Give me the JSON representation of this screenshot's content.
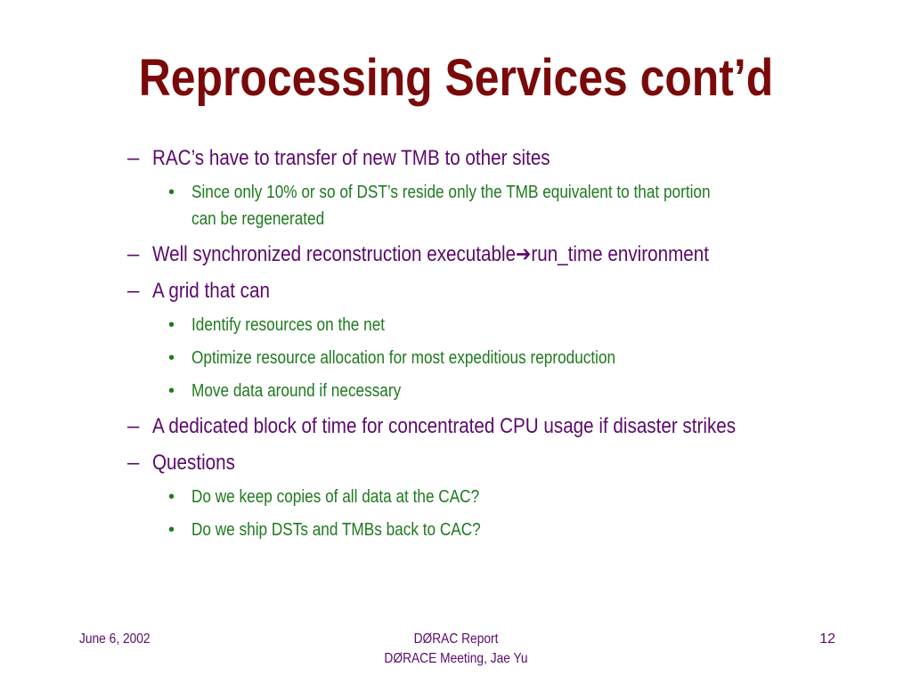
{
  "slide": {
    "title": "Reprocessing Services cont’d",
    "bullets": [
      {
        "level": 1,
        "marker": "–",
        "text": "RAC’s have to transfer of new TMB to other sites"
      },
      {
        "level": 2,
        "marker": "•",
        "text": "Since only 10% or so of DST’s reside only the TMB equivalent to that portion",
        "continuation": "can be regenerated"
      },
      {
        "level": 1,
        "marker": "–",
        "text_before": "Well synchronized reconstruction executable",
        "arrow_icon": "right-arrow-icon",
        "text_after": "run_time environment"
      },
      {
        "level": 1,
        "marker": "–",
        "text": "A grid that can"
      },
      {
        "level": 2,
        "marker": "•",
        "text": "Identify resources on the net"
      },
      {
        "level": 2,
        "marker": "•",
        "text": "Optimize resource allocation for most expeditious reproduction"
      },
      {
        "level": 2,
        "marker": "•",
        "text": "Move data around if necessary"
      },
      {
        "level": 1,
        "marker": "–",
        "text": "A dedicated block of time for concentrated CPU usage if disaster strikes"
      },
      {
        "level": 1,
        "marker": "–",
        "text": "Questions"
      },
      {
        "level": 2,
        "marker": "•",
        "text": "Do we keep copies of all data at the CAC?"
      },
      {
        "level": 2,
        "marker": "•",
        "text": "Do we ship DSTs and TMBs back to CAC?"
      }
    ]
  },
  "footer": {
    "date": "June 6, 2002",
    "center_line1": "DØRAC Report",
    "center_line2": "DØRACE Meeting, Jae Yu",
    "page_number": "12"
  },
  "colors": {
    "title": "#7a0a0a",
    "level1_text": "#5b0a6b",
    "level2_text": "#1e7a1e",
    "footer_text": "#5b0a6b",
    "background": "#ffffff"
  }
}
